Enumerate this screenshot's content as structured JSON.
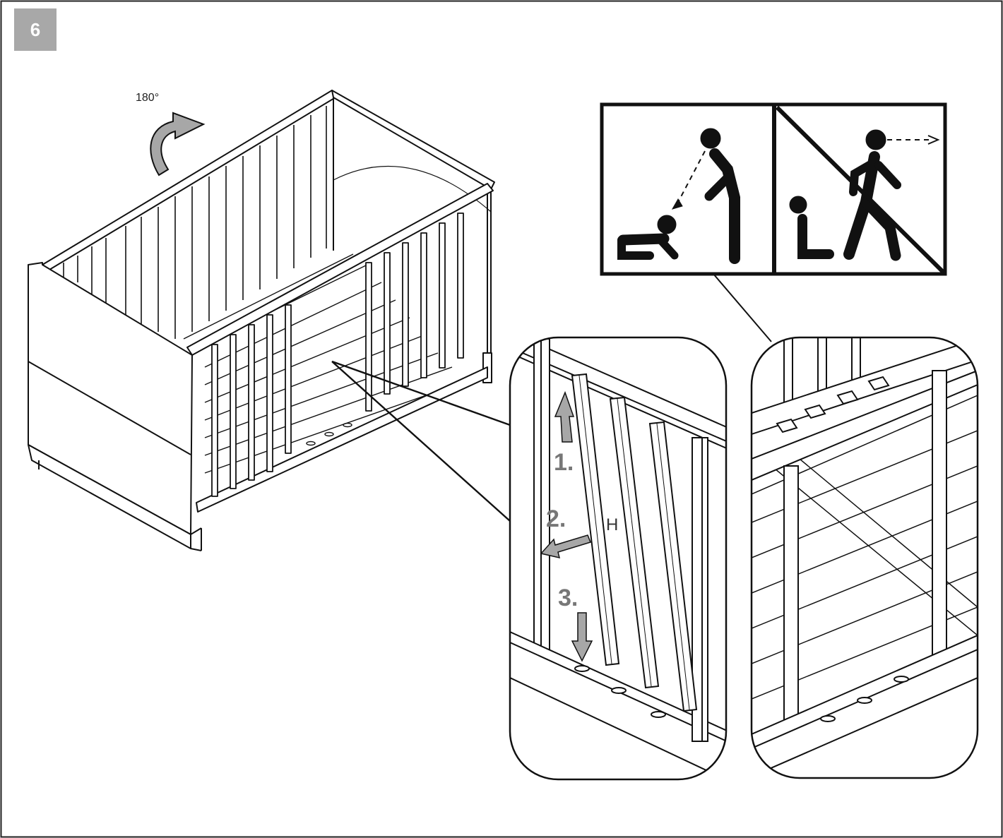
{
  "step": {
    "number": "6"
  },
  "rotation": {
    "label": "180°"
  },
  "detail": {
    "steps": [
      "1.",
      "2.",
      "3."
    ],
    "part_label": "H"
  },
  "warning_pictogram": {
    "left": "adult-watching-child",
    "right": "adult-walking-away-crossed-out"
  },
  "colors": {
    "ink": "#111111",
    "arrow": "#9a9a9a",
    "badge": "#a8a8a8"
  }
}
